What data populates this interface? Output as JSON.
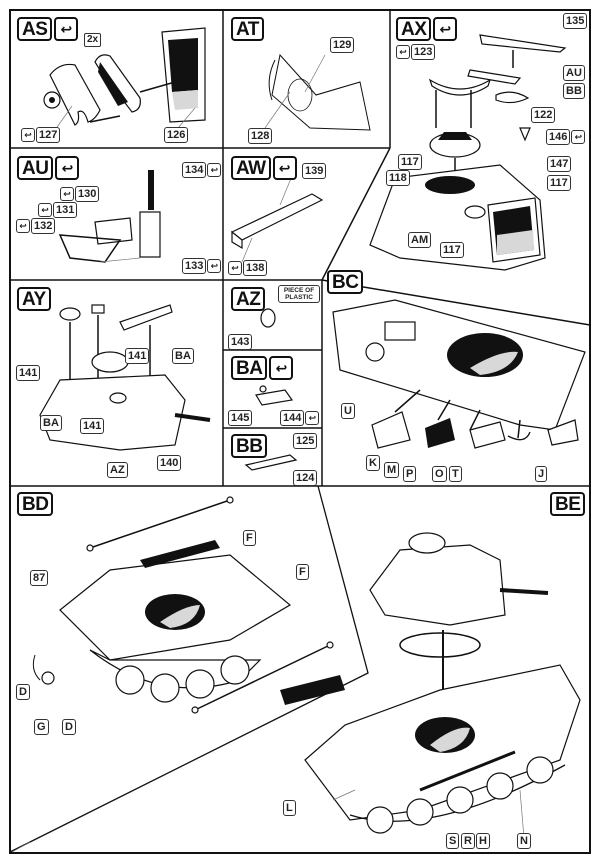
{
  "document": {
    "type": "model kit assembly instructions",
    "subject": "tank turret and hull assembly"
  },
  "colors": {
    "line": "#111111",
    "background": "#ffffff",
    "leader": "#777777"
  },
  "steps": {
    "AS": {
      "code": "AS",
      "flip": true,
      "quantity": "2x",
      "parts": [
        {
          "num": "127",
          "flip": true
        },
        {
          "num": "126",
          "flip": false
        }
      ]
    },
    "AT": {
      "code": "AT",
      "flip": false,
      "parts": [
        {
          "num": "129",
          "flip": false
        },
        {
          "num": "128",
          "flip": false
        }
      ]
    },
    "AX": {
      "code": "AX",
      "flip": true,
      "parts": [
        {
          "num": "135",
          "flip": false
        },
        {
          "num": "123",
          "flip": true
        },
        {
          "num": "AU",
          "flip": false
        },
        {
          "num": "BB",
          "flip": false
        },
        {
          "num": "122",
          "flip": false
        },
        {
          "num": "146",
          "flip": true
        },
        {
          "num": "147",
          "flip": false
        },
        {
          "num": "117a",
          "label": "117",
          "flip": false
        },
        {
          "num": "118",
          "flip": false
        },
        {
          "num": "117b",
          "label": "117",
          "flip": false
        },
        {
          "num": "AM",
          "flip": false
        },
        {
          "num": "117c",
          "label": "117",
          "flip": false
        }
      ]
    },
    "AU": {
      "code": "AU",
      "flip": true,
      "parts": [
        {
          "num": "134",
          "flip": true
        },
        {
          "num": "130",
          "flip": true
        },
        {
          "num": "131",
          "flip": true
        },
        {
          "num": "132",
          "flip": true
        },
        {
          "num": "133",
          "flip": true
        }
      ]
    },
    "AW": {
      "code": "AW",
      "flip": true,
      "parts": [
        {
          "num": "139",
          "flip": false
        },
        {
          "num": "138",
          "flip": true
        }
      ]
    },
    "AY": {
      "code": "AY",
      "flip": false,
      "parts": [
        {
          "num": "141",
          "flip": false
        },
        {
          "num": "BA",
          "flip": false
        },
        {
          "num": "141",
          "flip": false
        },
        {
          "num": "BA",
          "flip": false
        },
        {
          "num": "141",
          "flip": false
        },
        {
          "num": "140",
          "flip": false
        },
        {
          "num": "AZ",
          "flip": false
        }
      ]
    },
    "AZ": {
      "code": "AZ",
      "flip": false,
      "note": "PIECE OF PLASTIC",
      "parts": [
        {
          "num": "143",
          "flip": false
        }
      ]
    },
    "BA": {
      "code": "BA",
      "flip": true,
      "parts": [
        {
          "num": "145",
          "flip": false
        },
        {
          "num": "144",
          "flip": true
        }
      ]
    },
    "BB": {
      "code": "BB",
      "flip": false,
      "parts": [
        {
          "num": "125",
          "flip": false
        },
        {
          "num": "124",
          "flip": false
        }
      ]
    },
    "BC": {
      "code": "BC",
      "flip": false,
      "parts": [
        {
          "num": "U"
        },
        {
          "num": "K"
        },
        {
          "num": "M"
        },
        {
          "num": "P"
        },
        {
          "num": "O"
        },
        {
          "num": "T"
        },
        {
          "num": "J"
        }
      ]
    },
    "BD": {
      "code": "BD",
      "flip": false,
      "parts": [
        {
          "num": "F"
        },
        {
          "num": "F"
        },
        {
          "num": "87"
        },
        {
          "num": "D"
        },
        {
          "num": "G"
        },
        {
          "num": "D"
        }
      ]
    },
    "BE": {
      "code": "BE",
      "flip": false,
      "parts": [
        {
          "num": "L"
        },
        {
          "num": "S"
        },
        {
          "num": "R"
        },
        {
          "num": "H"
        },
        {
          "num": "N"
        }
      ]
    }
  },
  "icons": {
    "flip": "↩",
    "flip_symbol_meaning": "flip-over / reverse-side-icon"
  }
}
